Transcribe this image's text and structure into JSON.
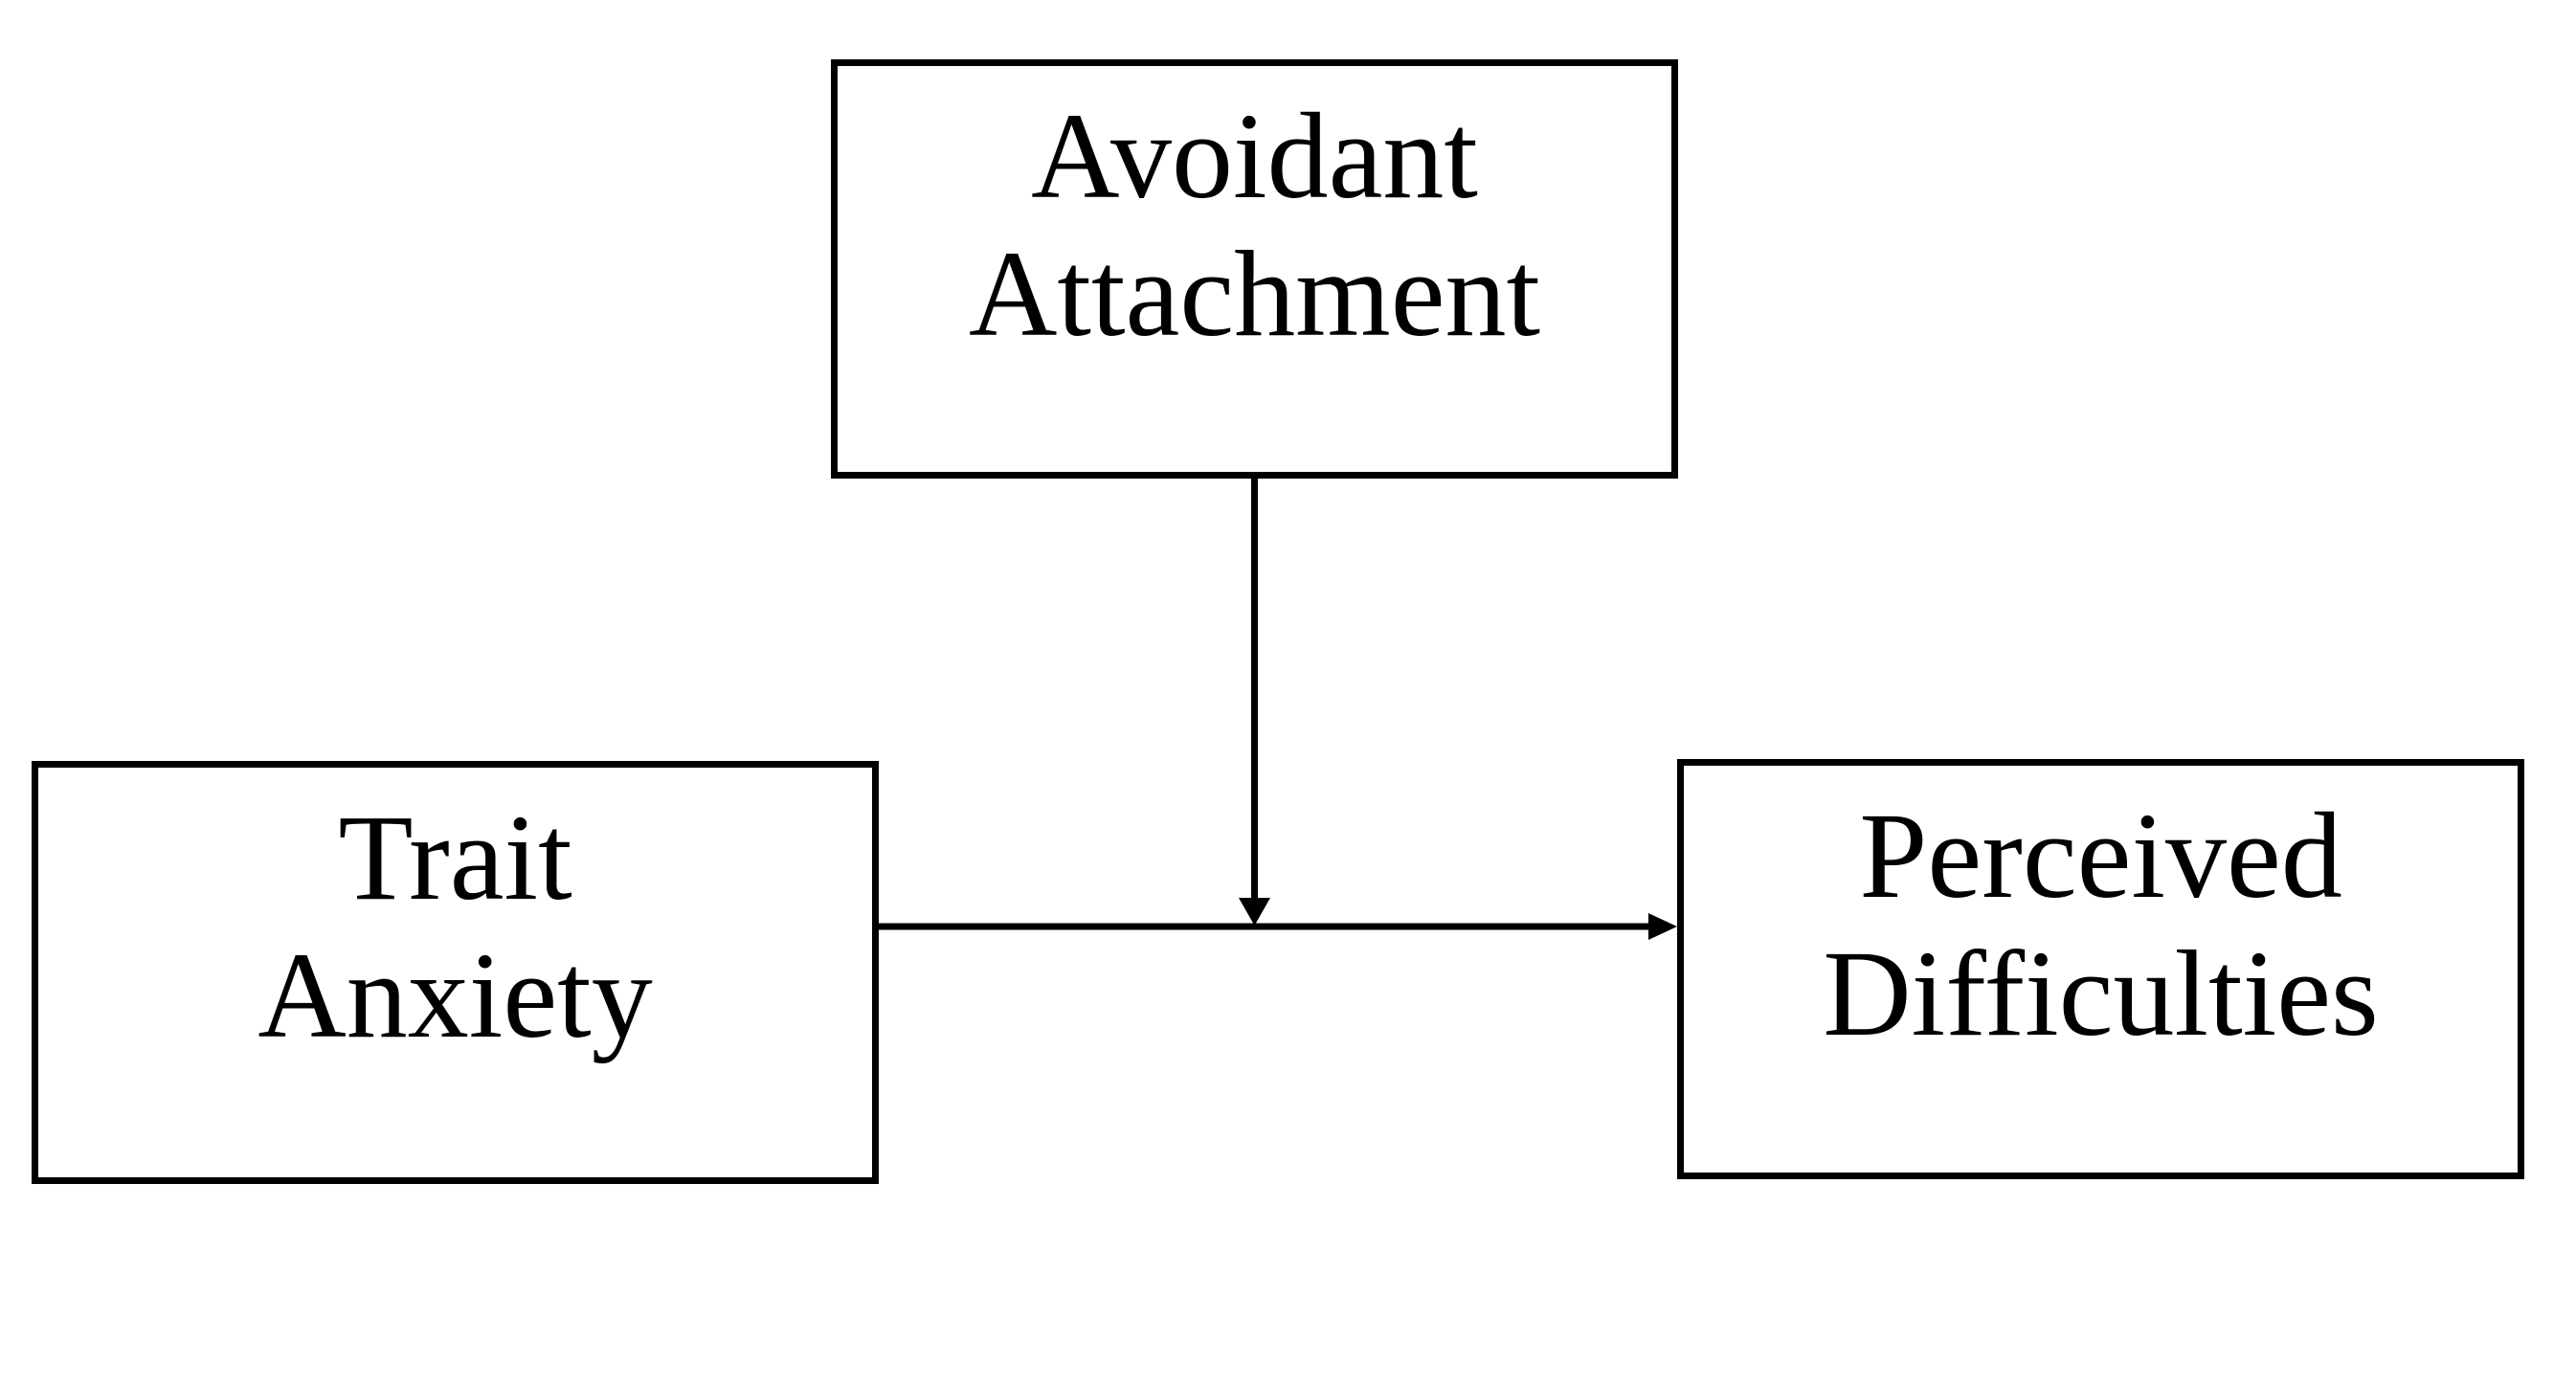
{
  "page": {
    "background": "#ffffff"
  },
  "diagram": {
    "description": "Moderation model diagram: Avoidant Attachment moderates the direct path from Trait Anxiety to Perceived Difficulties",
    "colors": {
      "line": "#000000",
      "box_fill": "#ffffff",
      "text": "#000000"
    },
    "boxes": {
      "moderator": {
        "line1": "Avoidant",
        "line2": "Attachment"
      },
      "predictor": {
        "line1": "Trait",
        "line2": "Anxiety"
      },
      "outcome": {
        "line1": "Perceived",
        "line2": "Difficulties"
      }
    },
    "arrows": [
      {
        "name": "moderation-arrow",
        "from": "moderator",
        "to": "direct-effect-path",
        "direction": "down"
      },
      {
        "name": "direct-effect-arrow",
        "from": "predictor",
        "to": "outcome",
        "direction": "right"
      }
    ]
  }
}
